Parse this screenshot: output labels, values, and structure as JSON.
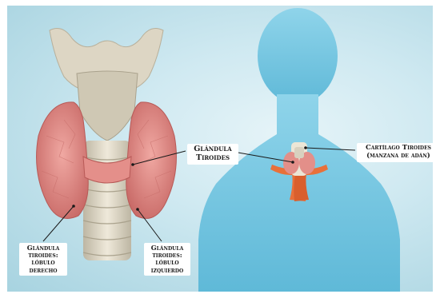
{
  "labels": {
    "thyroid": {
      "line1": "Glándula",
      "line2": "Tiroides"
    },
    "cartilage": {
      "line1": "Cartílago Tiroides",
      "line2": "(manzana de adán)"
    },
    "right_lobe": {
      "line1": "Glándula",
      "line2": "tiroides:",
      "line3": "lóbulo",
      "line4": "derecho"
    },
    "left_lobe": {
      "line1": "Glándula",
      "line2": "tiroides:",
      "line3": "lóbulo",
      "line4": "izquierdo"
    }
  },
  "colors": {
    "background": "#cfe9f1",
    "silhouette": "#6fc3de",
    "thyroid": "#e58a86",
    "cartilage": "#ddd6c4",
    "trachea": "#e9e3d3",
    "artery": "#e8703a"
  }
}
